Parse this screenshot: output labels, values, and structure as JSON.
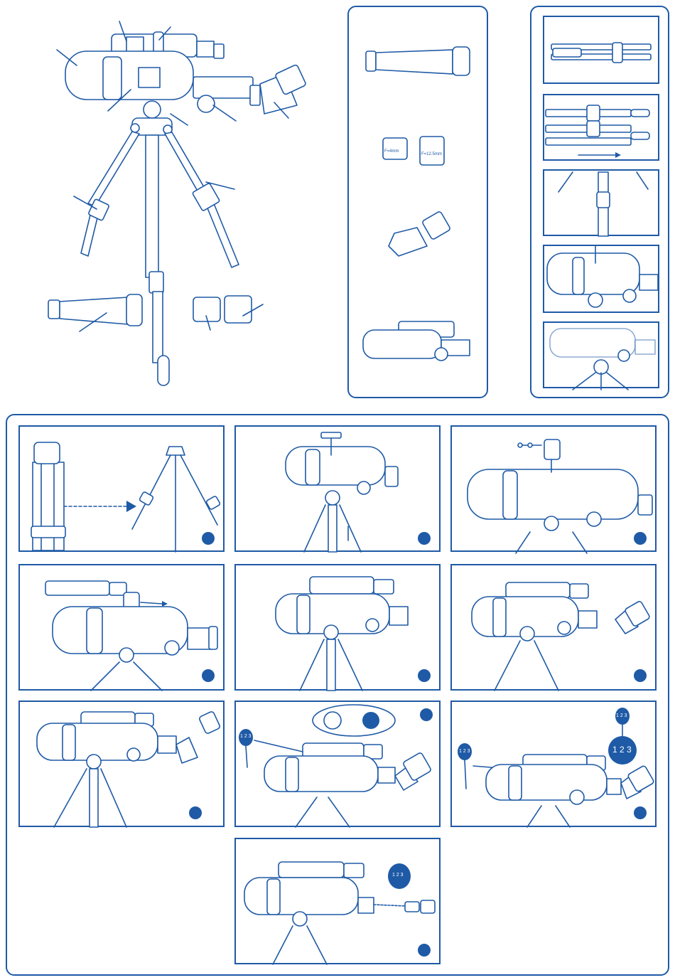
{
  "colors": {
    "line": "#1f5aa6",
    "background": "#ffffff"
  },
  "accessories": {
    "eyepiece_1_label": "F=4mm",
    "eyepiece_2_label": "F=12.5mm"
  },
  "balloon_labels": {
    "step_8": "1 2 3",
    "step_9_top": "1 2 3",
    "step_9_big": "1 2 3",
    "step_9_left": "1 2 3",
    "step_10": "1 2 3"
  },
  "steps": [
    {
      "name": "step-1-tripod-unfold"
    },
    {
      "name": "step-2-mount-tube"
    },
    {
      "name": "step-3-finder-bracket"
    },
    {
      "name": "step-4-slide-finder"
    },
    {
      "name": "step-5-tighten-finder"
    },
    {
      "name": "step-6-insert-diagonal"
    },
    {
      "name": "step-7-insert-eyepiece"
    },
    {
      "name": "step-8-align-finder"
    },
    {
      "name": "step-9-focus"
    },
    {
      "name": "step-10-barlow"
    }
  ]
}
